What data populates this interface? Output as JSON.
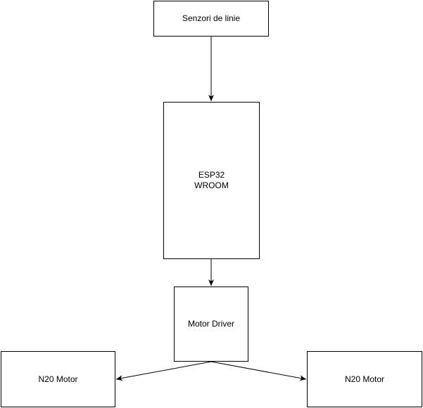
{
  "diagram": {
    "nodes": {
      "sensors": {
        "label": "Senzori de linie"
      },
      "esp32": {
        "line1": "ESP32",
        "line2": "WROOM"
      },
      "driver": {
        "label": "Motor Driver"
      },
      "motor_left": {
        "label": "N20 Motor"
      },
      "motor_right": {
        "label": "N20 Motor"
      }
    },
    "edges": [
      {
        "from": "sensors",
        "to": "esp32"
      },
      {
        "from": "esp32",
        "to": "driver"
      },
      {
        "from": "driver",
        "to": "motor_left"
      },
      {
        "from": "driver",
        "to": "motor_right"
      }
    ],
    "colors": {
      "stroke": "#000000",
      "background": "#ffffff",
      "text": "#000000"
    }
  }
}
